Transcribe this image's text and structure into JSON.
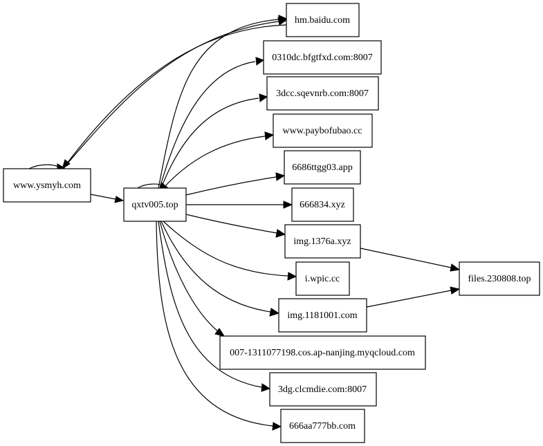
{
  "nodes": {
    "ysmyh": "www.ysmyh.com",
    "qxtv": "qxtv005.top",
    "baidu": "hm.baidu.com",
    "bfgtfxd": "0310dc.bfgtfxd.com:8007",
    "sqevnrb": "3dcc.sqevnrb.com:8007",
    "paybofubao": "www.paybofubao.cc",
    "ttgg03": "6686ttgg03.app",
    "xyz666834": "666834.xyz",
    "img1376a": "img.1376a.xyz",
    "wpic": "i.wpic.cc",
    "img1181001": "img.1181001.com",
    "myqcloud": "007-1311077198.cos.ap-nanjing.myqcloud.com",
    "clcmdie": "3dg.clcmdie.com:8007",
    "aa777bb": "666aa777bb.com",
    "files230808": "files.230808.top"
  },
  "edges": [
    [
      "ysmyh",
      "ysmyh"
    ],
    [
      "ysmyh",
      "qxtv"
    ],
    [
      "ysmyh",
      "baidu"
    ],
    [
      "baidu",
      "ysmyh"
    ],
    [
      "qxtv",
      "qxtv"
    ],
    [
      "qxtv",
      "baidu"
    ],
    [
      "qxtv",
      "bfgtfxd"
    ],
    [
      "qxtv",
      "sqevnrb"
    ],
    [
      "qxtv",
      "paybofubao"
    ],
    [
      "qxtv",
      "ttgg03"
    ],
    [
      "qxtv",
      "xyz666834"
    ],
    [
      "qxtv",
      "img1376a"
    ],
    [
      "qxtv",
      "wpic"
    ],
    [
      "qxtv",
      "img1181001"
    ],
    [
      "qxtv",
      "myqcloud"
    ],
    [
      "qxtv",
      "clcmdie"
    ],
    [
      "qxtv",
      "aa777bb"
    ],
    [
      "img1376a",
      "files230808"
    ],
    [
      "img1181001",
      "files230808"
    ]
  ]
}
